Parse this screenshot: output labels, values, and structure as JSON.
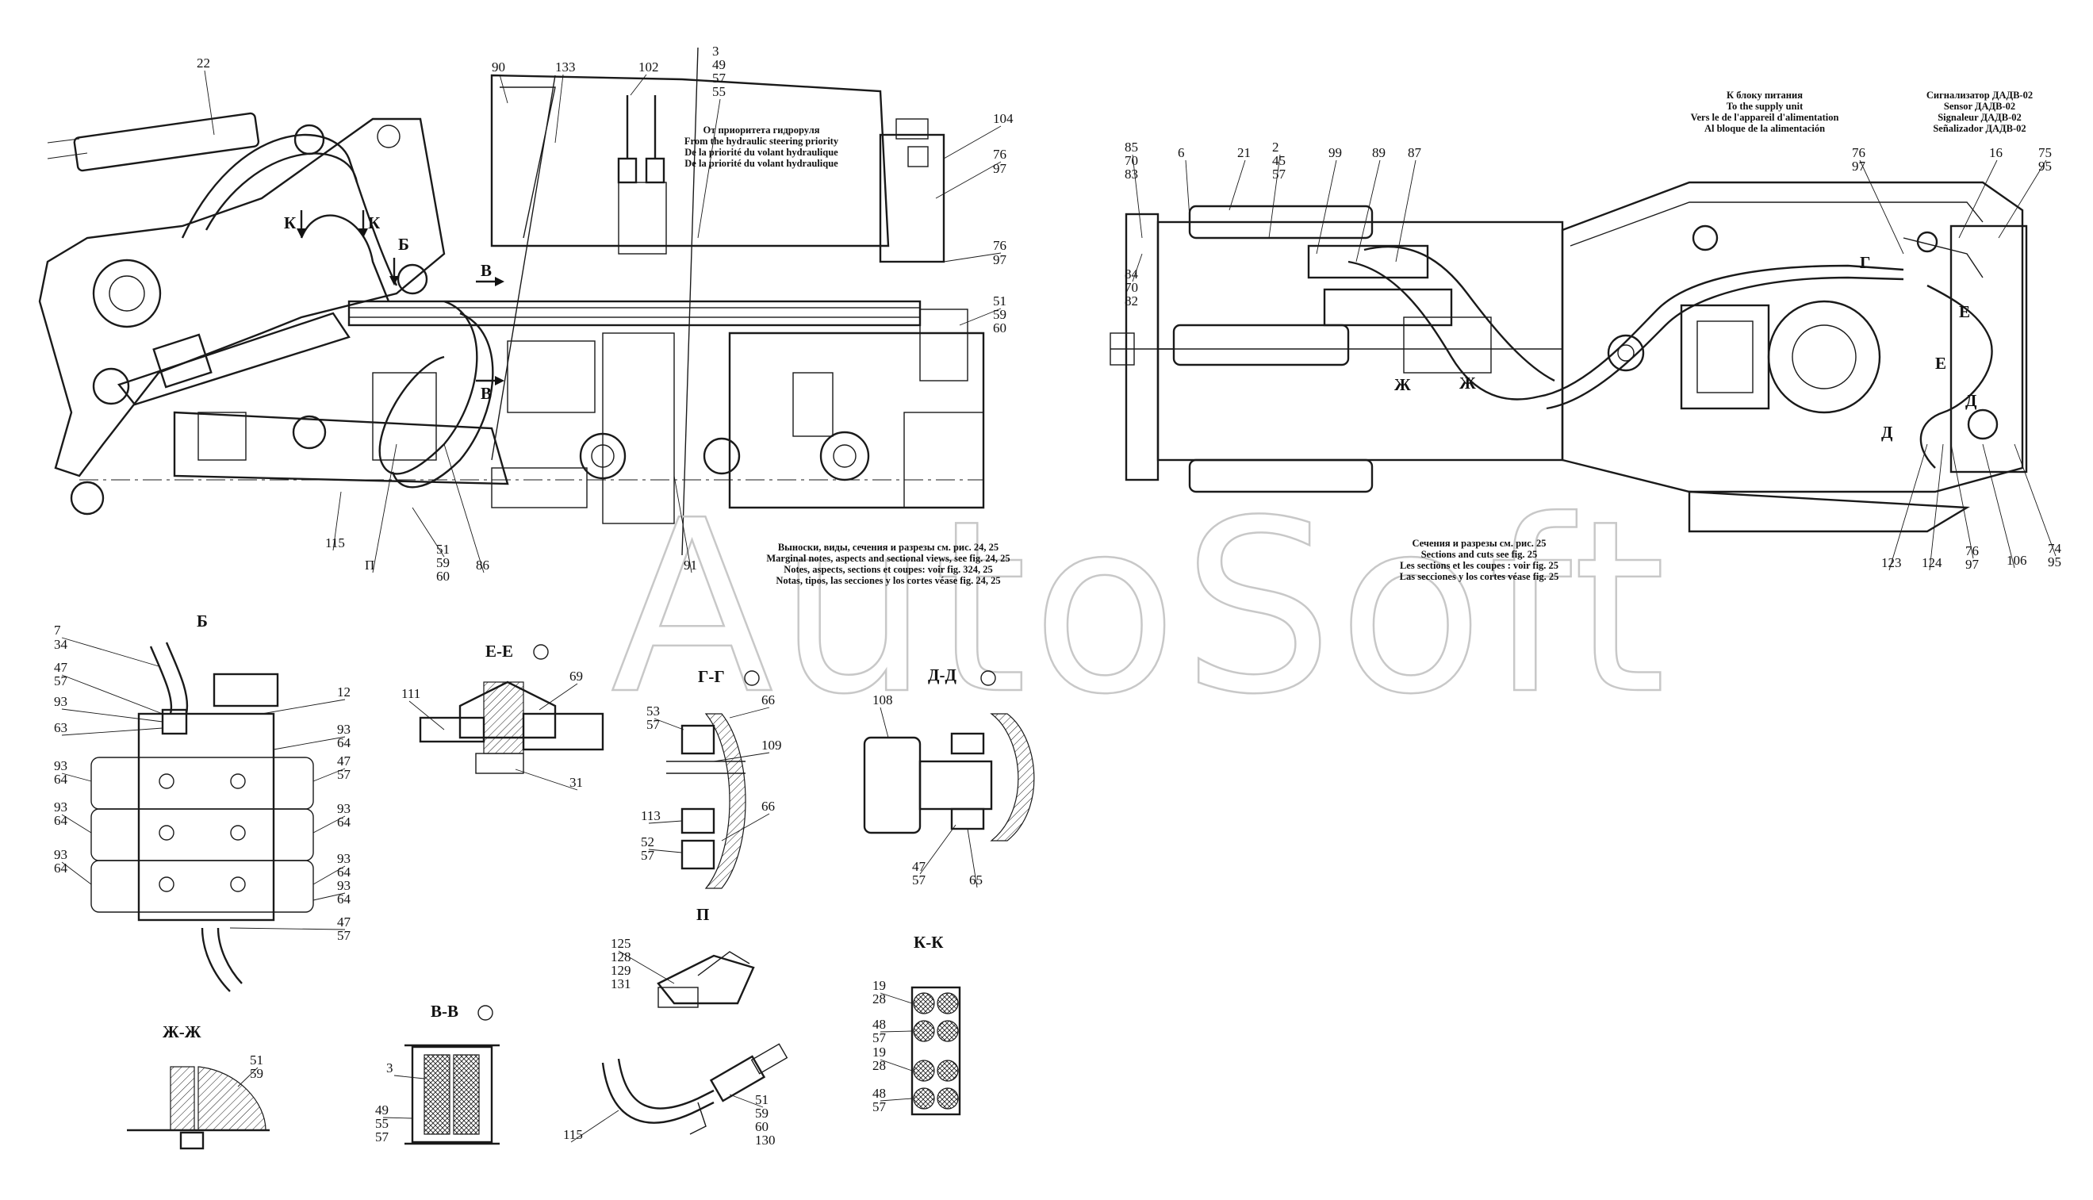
{
  "watermark": "AutoSoft",
  "notes": {
    "left": [
      "Выноски, виды, сечения и разрезы см. рис. 24, 25",
      "Marginal notes, aspects and sectional views, see fig. 24, 25",
      "Notes, aspects, sections et coupes: voir fig. 324, 25",
      "Notas, tipos, las secciones y los cortes véase fig. 24, 25"
    ],
    "right": [
      "Сечения и разрезы см. рис. 25",
      "Sections and cuts see fig. 25",
      "Les sections et les coupes : voir fig. 25",
      "Las secciones y los cortes véase fig. 25"
    ],
    "steering_priority": [
      "От приоритета гидроруля",
      "From the hydraulic steering  priority",
      "De la priorité du volant hydraulique",
      "De la priorité du volant hydraulique"
    ],
    "supply_unit": [
      "К блоку питания",
      "To the supply unit",
      "Vers le de l'appareil d'alimentation",
      "Al bloque de la alimentación"
    ],
    "sensor": [
      "Сигнализатор ДАДВ-02",
      "Sensor ДАДВ-02",
      "Signaleur ДАДВ-02",
      "Señalizador ДАДВ-02"
    ]
  },
  "view_titles": {
    "b": "Б",
    "ee": "Е-Е",
    "gg": "Г-Г",
    "dd": "Д-Д",
    "p": "П",
    "kk": "К-К",
    "zhzh": "Ж-Ж",
    "vv": "В-В"
  },
  "section_markers": [
    "К",
    "К",
    "Б",
    "В",
    "В",
    "Г",
    "Е",
    "Е",
    "Д",
    "Д",
    "Ж",
    "Ж"
  ],
  "callouts": {
    "main_left": [
      "22",
      "90",
      "133",
      "102",
      "3",
      "49",
      "57",
      "55",
      "104",
      "76",
      "97",
      "76",
      "97",
      "51",
      "59",
      "60",
      "115",
      "П",
      "51",
      "59",
      "60",
      "86",
      "91"
    ],
    "main_right": [
      "85",
      "70",
      "83",
      "84",
      "70",
      "82",
      "6",
      "21",
      "2",
      "45",
      "57",
      "99",
      "89",
      "87",
      "76",
      "97",
      "16",
      "75",
      "95",
      "123",
      "124",
      "76",
      "97",
      "106",
      "74",
      "95"
    ],
    "view_b": [
      "7",
      "34",
      "47",
      "57",
      "93",
      "63",
      "12",
      "93",
      "64",
      "93",
      "64",
      "47",
      "57",
      "93",
      "64",
      "93",
      "64",
      "93",
      "64",
      "93",
      "64",
      "93",
      "64",
      "47",
      "57"
    ],
    "view_ee": [
      "111",
      "69",
      "31"
    ],
    "view_gg": [
      "53",
      "57",
      "66",
      "109",
      "113",
      "66",
      "52",
      "57"
    ],
    "view_dd": [
      "108",
      "47",
      "57",
      "65"
    ],
    "view_p": [
      "125",
      "128",
      "129",
      "131",
      "115",
      "51",
      "59",
      "60",
      "130"
    ],
    "view_kk": [
      "19",
      "28",
      "48",
      "57",
      "19",
      "28",
      "48",
      "57"
    ],
    "view_zhzh": [
      "51",
      "59"
    ],
    "view_vv": [
      "3",
      "49",
      "55",
      "57"
    ]
  }
}
